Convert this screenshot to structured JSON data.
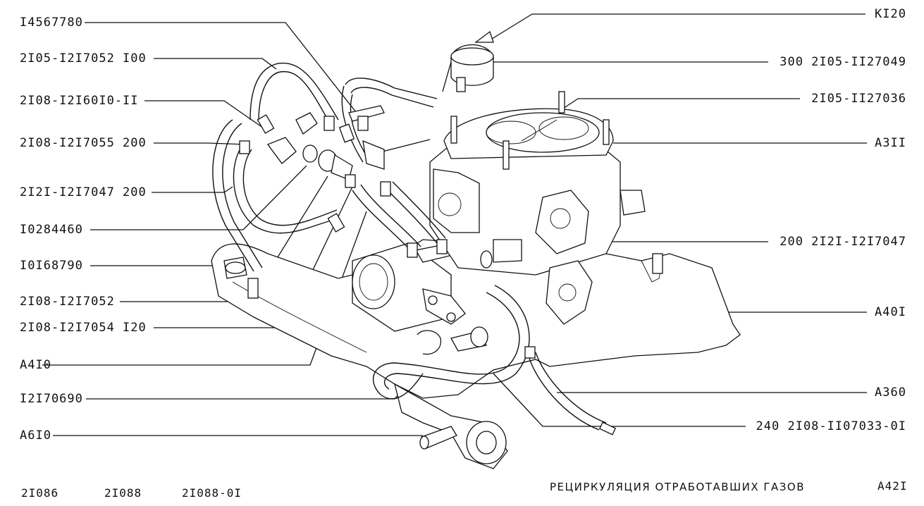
{
  "left_labels": [
    {
      "id": "l1",
      "text": "I4567780"
    },
    {
      "id": "l2",
      "text": "2I05-I2I7052 I00"
    },
    {
      "id": "l3",
      "text": "2I08-I2I60I0-II"
    },
    {
      "id": "l4",
      "text": "2I08-I2I7055 200"
    },
    {
      "id": "l5",
      "text": "2I2I-I2I7047 200"
    },
    {
      "id": "l6",
      "text": "I0284460"
    },
    {
      "id": "l7",
      "text": "I0I68790"
    },
    {
      "id": "l8",
      "text": "2I08-I2I7052"
    },
    {
      "id": "l9",
      "text": "2I08-I2I7054 I20"
    },
    {
      "id": "l10",
      "text": "A4I0"
    },
    {
      "id": "l11",
      "text": "I2I70690"
    },
    {
      "id": "l12",
      "text": "A6I0"
    }
  ],
  "right_labels": [
    {
      "id": "r1",
      "text": "KI20"
    },
    {
      "id": "r2",
      "text": "300 2I05-II27049"
    },
    {
      "id": "r3",
      "text": "2I05-II27036"
    },
    {
      "id": "r4",
      "text": "A3II"
    },
    {
      "id": "r5",
      "text": "200 2I2I-I2I7047"
    },
    {
      "id": "r6",
      "text": "A40I"
    },
    {
      "id": "r7",
      "text": "A360"
    },
    {
      "id": "r8",
      "text": "240 2I08-II07033-0I"
    }
  ],
  "footer": {
    "model1": "2I086",
    "model2": "2I088",
    "model3": "2I088-0I",
    "title": "РЕЦИРКУЛЯЦИЯ ОТРАБОТАВШИХ ГАЗОВ",
    "code": "A42I"
  }
}
